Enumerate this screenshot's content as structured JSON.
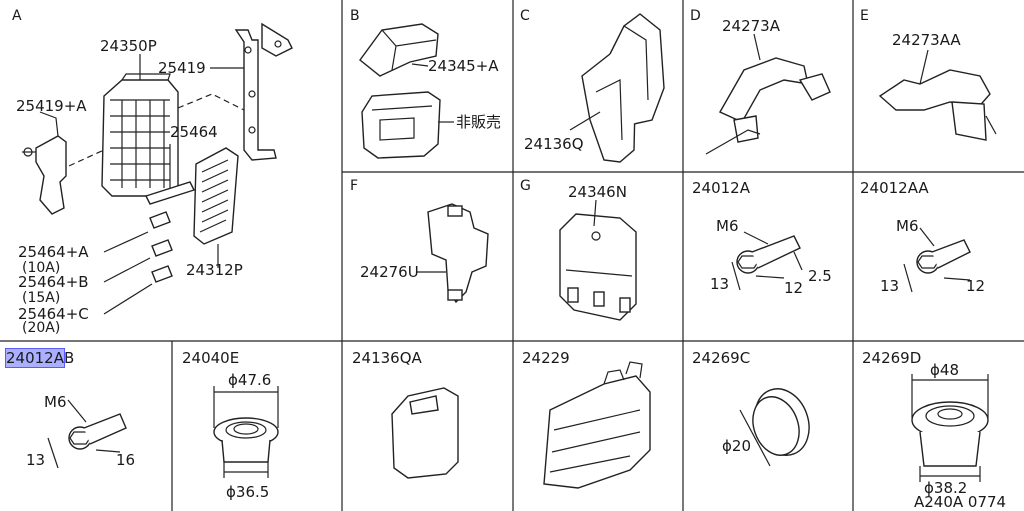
{
  "page": {
    "drawing_number": "A240A 0774"
  },
  "panels": {
    "A": {
      "letter": "A",
      "parts": {
        "p24350P": "24350P",
        "p25419": "25419",
        "p25419A": "25419+A",
        "p25464": "25464",
        "p25464A": "25464+A",
        "p25464A_amp": "(10A)",
        "p25464B": "25464+B",
        "p25464B_amp": "(15A)",
        "p25464C": "25464+C",
        "p25464C_amp": "(20A)",
        "p24312P": "24312P"
      }
    },
    "B": {
      "letter": "B",
      "part": "24345+A",
      "note": "非販売"
    },
    "C": {
      "letter": "C",
      "part": "24136Q"
    },
    "D": {
      "letter": "D",
      "part": "24273A"
    },
    "E": {
      "letter": "E",
      "part": "24273AA"
    },
    "F": {
      "letter": "F",
      "part": "24276U"
    },
    "G": {
      "letter": "G",
      "part": "24346N"
    },
    "bolt1": {
      "part": "24012A",
      "thread": "M6",
      "d1": "13",
      "d2": "12",
      "d3": "2.5"
    },
    "bolt2": {
      "part": "24012AA",
      "thread": "M6",
      "d1": "13",
      "d2": "12"
    },
    "bolt3": {
      "part_highlight": "24012A",
      "part_rest": "B",
      "thread": "M6",
      "d1": "13",
      "d2": "16"
    },
    "grommet1": {
      "part": "24040E",
      "dim_top": "ϕ47.6",
      "dim_bottom": "ϕ36.5"
    },
    "cover": {
      "part": "24136QA"
    },
    "bracket": {
      "part": "24229"
    },
    "plug": {
      "part": "24269C",
      "dim": "ϕ20"
    },
    "grommet2": {
      "part": "24269D",
      "dim_top": "ϕ48",
      "dim_bottom": "ϕ38.2"
    }
  }
}
